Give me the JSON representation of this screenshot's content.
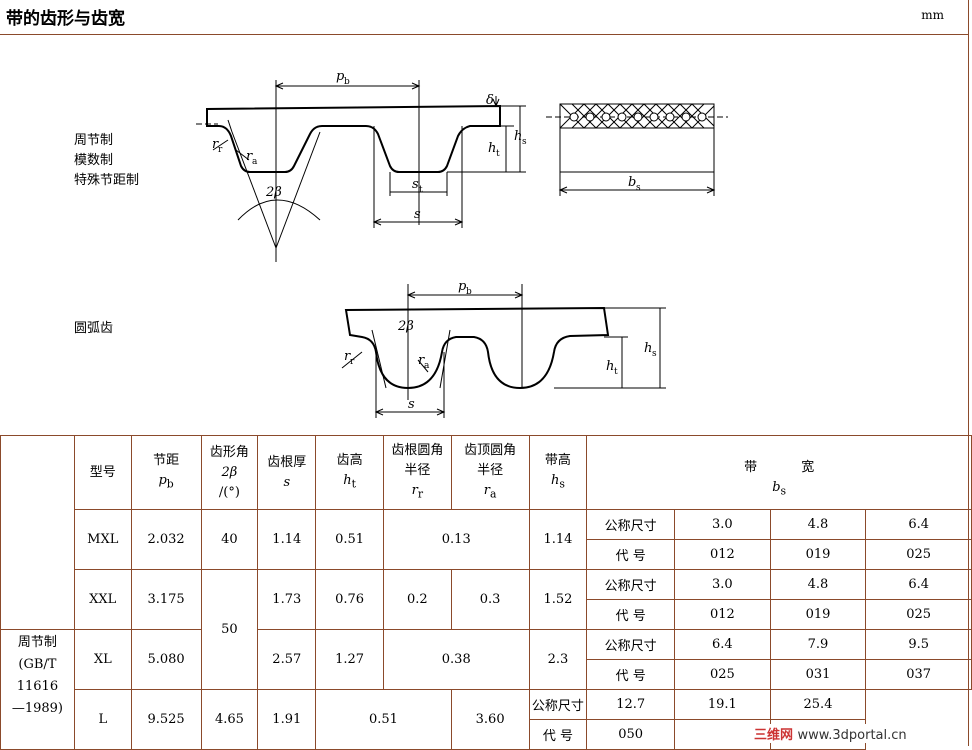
{
  "page": {
    "title": "带的齿形与齿宽",
    "unit": "mm"
  },
  "diagram_labels": {
    "trapezoid_types": [
      "周节制",
      "模数制",
      "特殊节距制"
    ],
    "arc_type": "圆弧齿",
    "symbols": {
      "pb": "p",
      "pb_sub": "b",
      "delta": "δ",
      "hs": "h",
      "hs_sub": "s",
      "ht": "h",
      "ht_sub": "t",
      "st": "s",
      "st_sub": "t",
      "s": "s",
      "bs": "b",
      "bs_sub": "s",
      "rr": "r",
      "rr_sub": "r",
      "ra": "r",
      "ra_sub": "a",
      "two_beta": "2β"
    }
  },
  "table": {
    "headers": {
      "model": "型号",
      "pitch": "节距",
      "pitch_sym": "p",
      "pitch_sub": "b",
      "angle": "齿形角",
      "angle_sym": "2β",
      "angle_unit": "/(°)",
      "thickness": "齿根厚",
      "thickness_sym": "s",
      "height": "齿高",
      "height_sym": "h",
      "height_sub": "t",
      "root_radius": "齿根圆角半径",
      "root_radius_sym": "r",
      "root_radius_sub": "r",
      "tip_radius": "齿顶圆角半径",
      "tip_radius_sym": "r",
      "tip_radius_sub": "a",
      "belt_height": "带高",
      "belt_height_sym": "h",
      "belt_height_sub": "s",
      "belt_width": "带 宽",
      "belt_width_sym": "b",
      "belt_width_sub": "s"
    },
    "group": {
      "name": "周节制",
      "std1": "(GB/T",
      "std2": "11616",
      "std3": "—1989)"
    },
    "row_labels": {
      "nominal": "公称尺寸",
      "code": "代 号"
    },
    "rows": [
      {
        "model": "MXL",
        "pitch": "2.032",
        "angle": "40",
        "s": "1.14",
        "ht": "0.51",
        "radius_merged": "0.13",
        "hs": "1.14",
        "widths": [
          "3.0",
          "4.8",
          "6.4"
        ],
        "codes": [
          "012",
          "019",
          "025"
        ]
      },
      {
        "model": "XXL",
        "pitch": "3.175",
        "angle": "50",
        "s": "1.73",
        "ht": "0.76",
        "rr": "0.2",
        "ra": "0.3",
        "hs": "1.52",
        "widths": [
          "3.0",
          "4.8",
          "6.4"
        ],
        "codes": [
          "012",
          "019",
          "025"
        ]
      },
      {
        "model": "XL",
        "pitch": "5.080",
        "s": "2.57",
        "ht": "1.27",
        "radius_merged": "0.38",
        "hs": "2.3",
        "widths": [
          "6.4",
          "7.9",
          "9.5"
        ],
        "codes": [
          "025",
          "031",
          "037"
        ]
      },
      {
        "model": "L",
        "pitch": "9.525",
        "s": "4.65",
        "ht": "1.91",
        "radius_merged": "0.51",
        "hs": "3.60",
        "widths": [
          "12.7",
          "19.1",
          "25.4"
        ],
        "codes": [
          "050",
          "",
          ""
        ]
      }
    ]
  },
  "watermark": {
    "brand": "三维网",
    "url": "www.3dportal.cn"
  }
}
